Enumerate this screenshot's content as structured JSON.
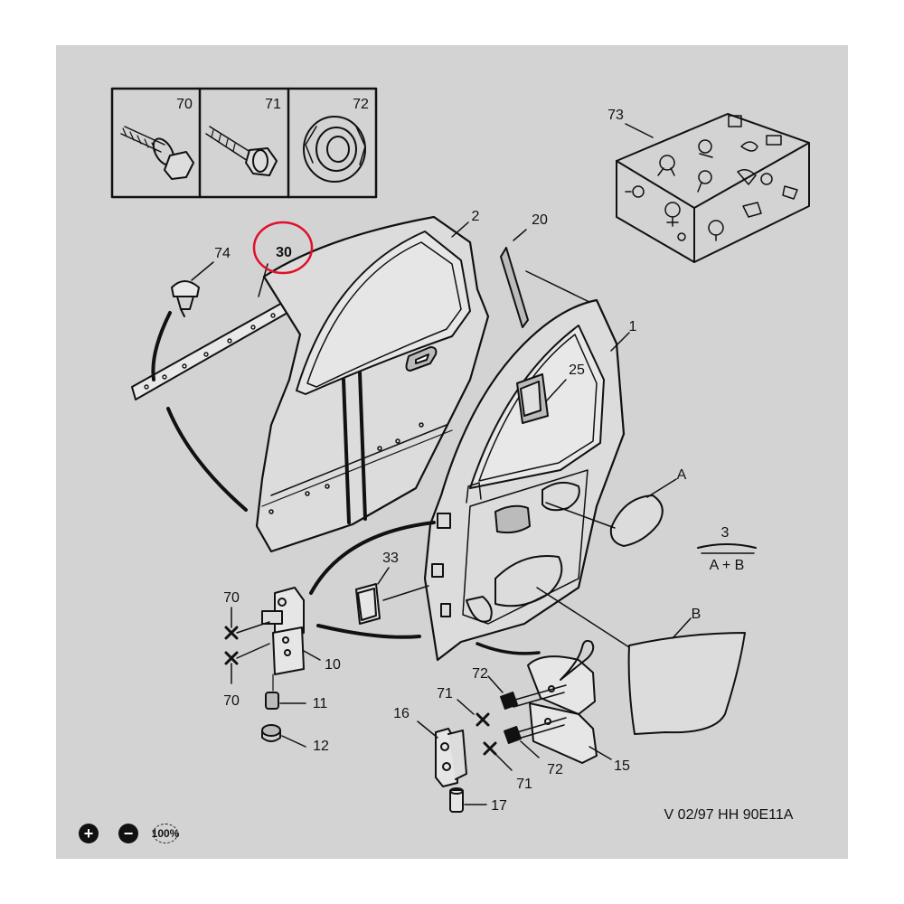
{
  "diagram": {
    "labels": {
      "box70": "70",
      "box71": "71",
      "box72": "72",
      "box73": "73",
      "p74": "74",
      "p30": "30",
      "p2": "2",
      "p20": "20",
      "p1": "1",
      "p25": "25",
      "pA": "A",
      "p3": "3",
      "pAB": "A + B",
      "p33": "33",
      "pB": "B",
      "p70a": "70",
      "p70b": "70",
      "p10": "10",
      "p11": "11",
      "p12": "12",
      "p72a": "72",
      "p71a": "71",
      "p16": "16",
      "p72b": "72",
      "p15": "15",
      "p71b": "71",
      "p17": "17"
    },
    "reference_code": "V 02/97  HH 90E11A",
    "highlight_color": "#e0102a"
  },
  "controls": {
    "zoom_in": "+",
    "zoom_out": "−",
    "zoom_reset": "100%"
  }
}
